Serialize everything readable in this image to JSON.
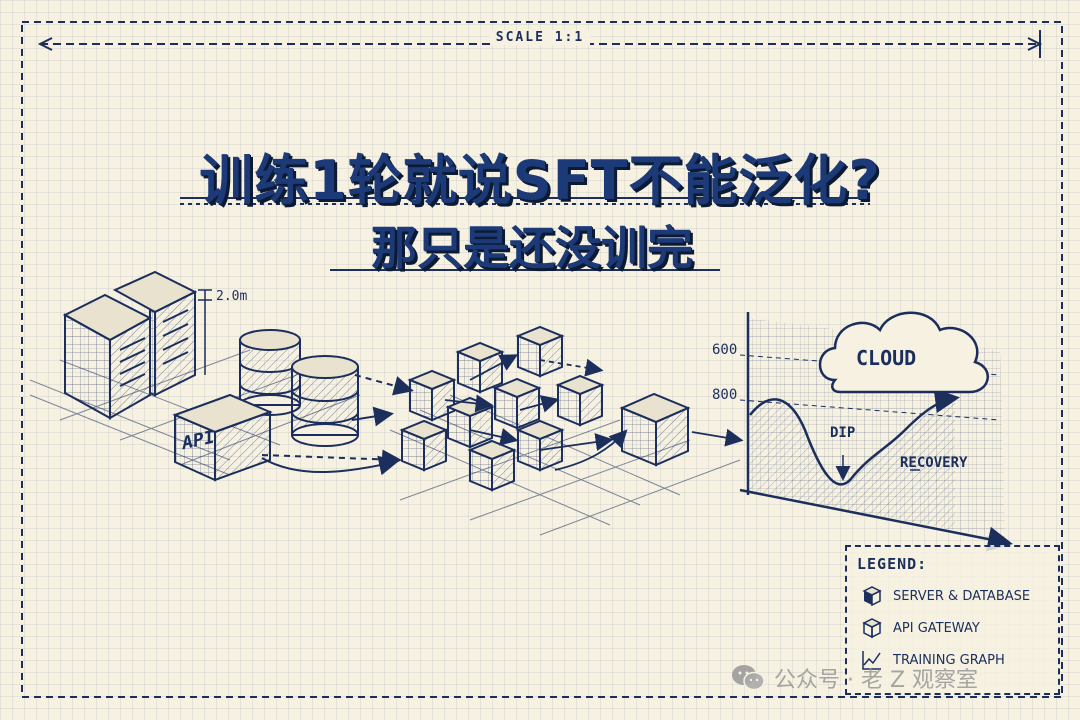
{
  "scale_label": "SCALE 1:1",
  "title_line1": "训练1轮就说SFT不能泛化?",
  "title_line2": "那只是还没训完",
  "dimension_label": "2.0m",
  "api_label": "API",
  "cloud_label": "CLOUD",
  "chart": {
    "tick_600": "600",
    "tick_800": "800",
    "dip_label": "DIP",
    "recovery_label": "RECOVERY"
  },
  "legend": {
    "title": "LEGEND:",
    "items": [
      {
        "label": "SERVER & DATABASE",
        "icon": "server-database-icon"
      },
      {
        "label": "API GATEWAY",
        "icon": "api-gateway-icon"
      },
      {
        "label": "TRAINING GRAPH",
        "icon": "training-graph-icon"
      }
    ]
  },
  "watermark": "公众号 · 老 Z 观察室",
  "colors": {
    "ink": "#1b2e5c",
    "title": "#1d3a78",
    "paper": "#f6f1e1"
  }
}
